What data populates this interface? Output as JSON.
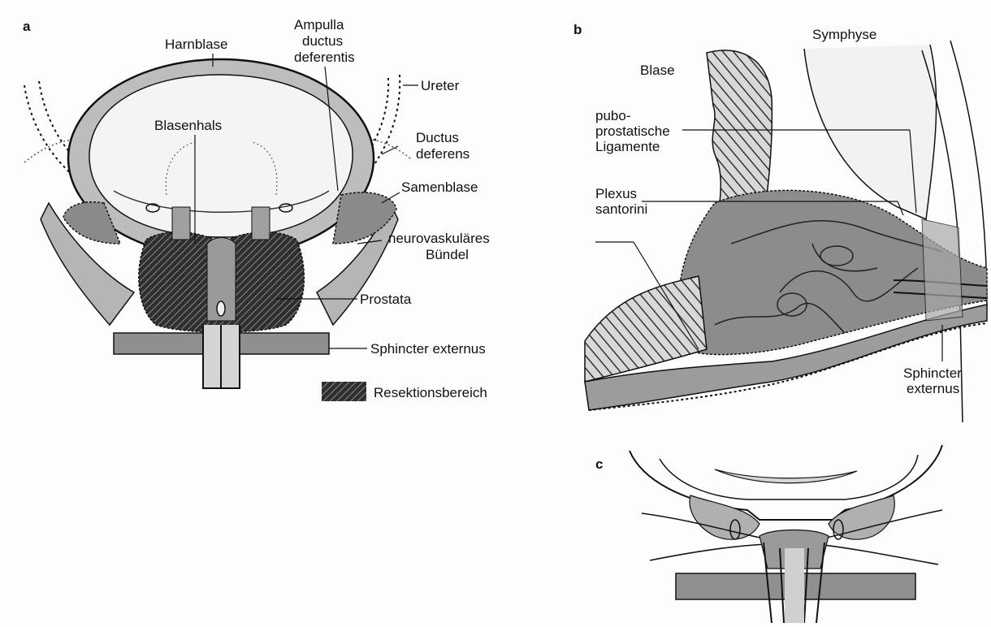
{
  "panels": {
    "a": "a",
    "b": "b",
    "c": "c"
  },
  "labels_a": {
    "harnblase": "Harnblase",
    "ampulla_1": "Ampulla",
    "ampulla_2": "ductus",
    "ampulla_3": "deferentis",
    "ureter": "Ureter",
    "blasenhals": "Blasenhals",
    "ductus_1": "Ductus",
    "ductus_2": "deferens",
    "samenblase": "Samenblase",
    "nvb_1": "neurovaskuläres",
    "nvb_2": "Bündel",
    "prostata": "Prostata",
    "sphincter": "Sphincter externus"
  },
  "legend": {
    "label": "Resektionsbereich"
  },
  "labels_b": {
    "symphyse": "Symphyse",
    "blase": "Blase",
    "pubo_1": "pubo-",
    "pubo_2": "prostatische",
    "pubo_3": "Ligamente",
    "plexus_1": "Plexus",
    "plexus_2": "santorini",
    "sphincter_1": "Sphincter",
    "sphincter_2": "externus"
  },
  "colors": {
    "ink": "#111111",
    "tissue": "#9a9a9a",
    "dark": "#3a3a3a",
    "mid": "#6f6f6f",
    "light": "#c8c8c8"
  }
}
